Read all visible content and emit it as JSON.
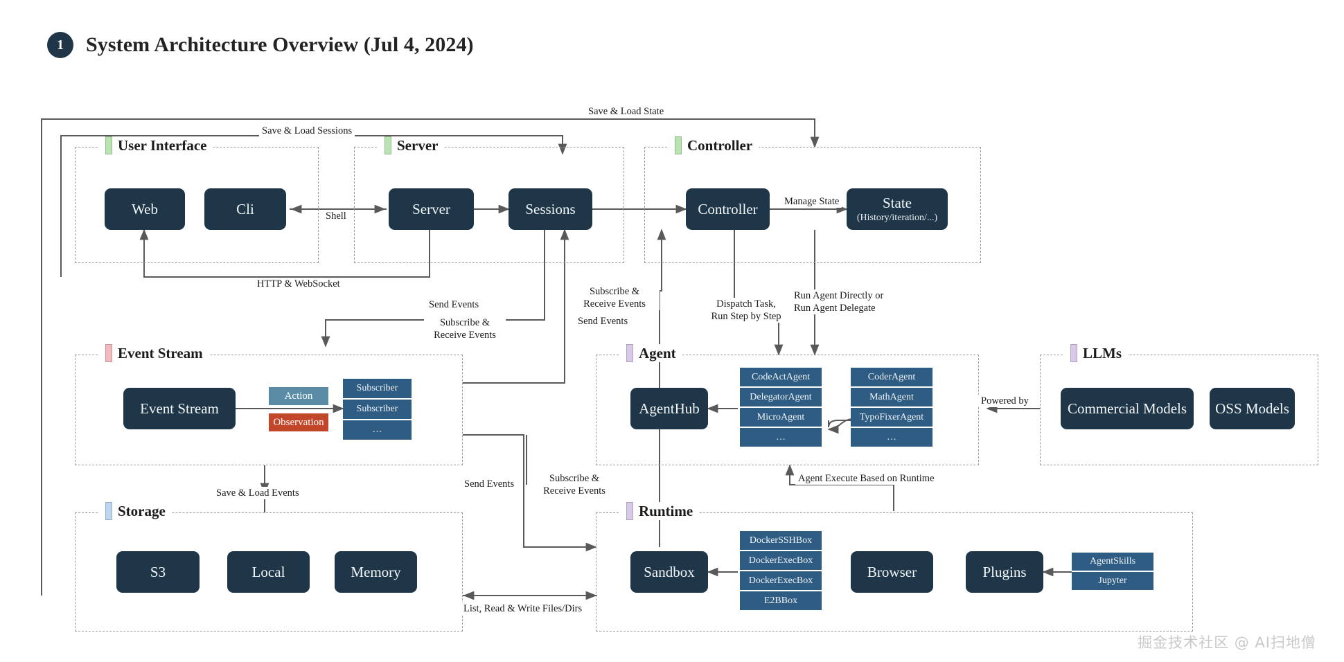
{
  "title": {
    "badge": "1",
    "text": "System Architecture Overview (Jul 4, 2024)"
  },
  "groups": {
    "user_interface": {
      "label": "User Interface",
      "accent": "#b9e3b0"
    },
    "server": {
      "label": "Server",
      "accent": "#b9e3b0"
    },
    "controller": {
      "label": "Controller",
      "accent": "#b9e3b0"
    },
    "event_stream": {
      "label": "Event Stream",
      "accent": "#f3b9bc"
    },
    "agent": {
      "label": "Agent",
      "accent": "#d9c9e8"
    },
    "llms": {
      "label": "LLMs",
      "accent": "#d9c9e8"
    },
    "storage": {
      "label": "Storage",
      "accent": "#bcd6ef"
    },
    "runtime": {
      "label": "Runtime",
      "accent": "#d9c9e8"
    }
  },
  "nodes": {
    "web": "Web",
    "cli": "Cli",
    "server": "Server",
    "sessions": "Sessions",
    "controller": "Controller",
    "state": "State",
    "state_sub": "(History/iteration/...)",
    "event_stream": "Event Stream",
    "agent_hub": "AgentHub",
    "commercial_models": "Commercial Models",
    "oss_models": "OSS Models",
    "s3": "S3",
    "local": "Local",
    "memory": "Memory",
    "sandbox": "Sandbox",
    "browser": "Browser",
    "plugins": "Plugins"
  },
  "chips": {
    "action": "Action",
    "observation": "Observation"
  },
  "stacks": {
    "subscribers": [
      "Subscriber",
      "Subscriber",
      "…"
    ],
    "agents_left": [
      "CodeActAgent",
      "DelegatorAgent",
      "MicroAgent",
      "…"
    ],
    "agents_right": [
      "CoderAgent",
      "MathAgent",
      "TypoFixerAgent",
      "…"
    ],
    "sandboxes": [
      "DockerSSHBox",
      "DockerExecBox",
      "DockerExecBox",
      "E2BBox"
    ],
    "plugin_items": [
      "AgentSkills",
      "Jupyter"
    ]
  },
  "edges": {
    "save_load_state": "Save & Load State",
    "save_load_sessions": "Save & Load Sessions",
    "shell": "Shell",
    "manage_state": "Manage State",
    "http_websocket": "HTTP & WebSocket",
    "send_events_1": "Send Events",
    "subscribe_receive_1": "Subscribe &\nReceive Events",
    "subscribe_receive_2": "Subscribe &\nReceive Events",
    "send_events_2": "Send Events",
    "dispatch_task": "Dispatch Task,\nRun Step by Step",
    "run_agent": "Run Agent Directly or\nRun Agent Delegate",
    "powered_by": "Powered by",
    "save_load_events": "Save & Load Events",
    "send_events_3": "Send Events",
    "subscribe_receive_3": "Subscribe &\nReceive Events",
    "agent_execute": "Agent Execute Based on Runtime",
    "list_read_write": "List, Read & Write Files/Dirs"
  },
  "watermark": "掘金技术社区 @ AI扫地僧",
  "colors": {
    "node_fill": "#1e3648",
    "stack_fill": "#2f5c83",
    "action_fill": "#5b8ca6",
    "observation_fill": "#c2472a",
    "edge": "#595959",
    "group_border": "#9a9a9a"
  }
}
